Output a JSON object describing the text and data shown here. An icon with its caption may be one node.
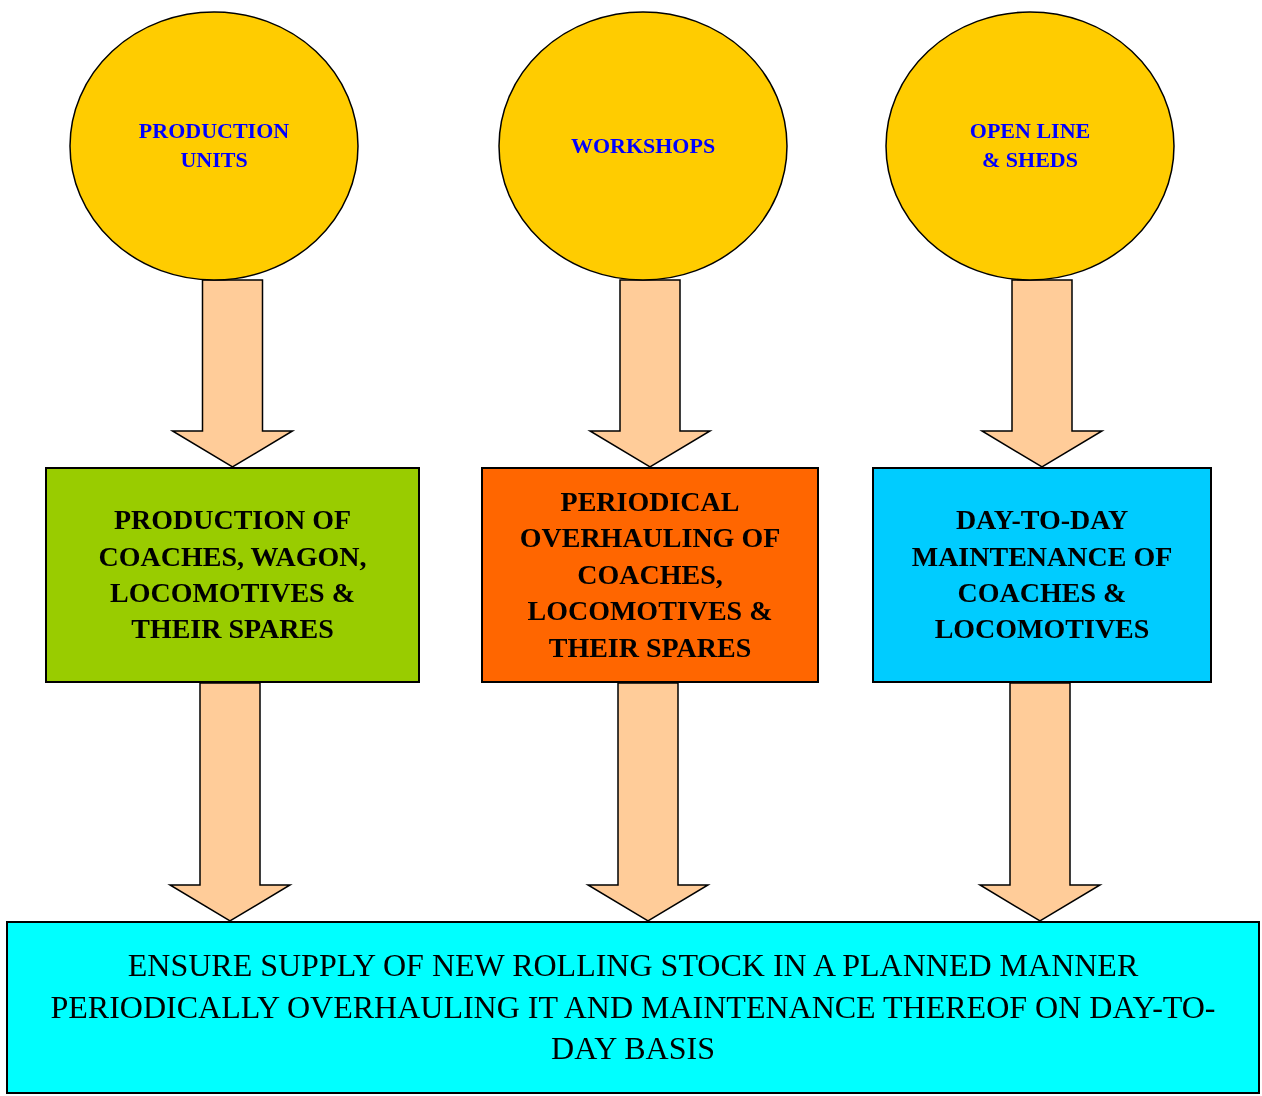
{
  "diagram": {
    "nodes": [
      {
        "text": [
          "PRODUCTION UNITS"
        ]
      },
      {
        "text": [
          "WORKSHOPS"
        ]
      },
      {
        "text": [
          "OPEN LINE & SHEDS"
        ]
      },
      {
        "text": [
          "PRODUCTION OF COACHES, WAGON, LOCOMOTIVES & THEIR SPARES"
        ]
      },
      {
        "text": [
          "PERIODICAL OVERHAULING OF COACHES, LOCOMOTIVES & THEIR SPARES"
        ]
      },
      {
        "text": [
          "DAY-TO-DAY MAINTENANCE OF COACHES & LOCOMOTIVES"
        ]
      },
      {
        "text": [
          "ENSURE SUPPLY OF NEW ROLLING STOCK IN A PLANNED MANNER PERIODICALLY OVERHAULING IT AND MAINTENANCE THEREOF ON DAY-TO-DAY BASIS"
        ]
      }
    ],
    "edges": [
      {
        "from": 0,
        "to": 3,
        "arrow": "to"
      },
      {
        "from": 1,
        "to": 4,
        "arrow": "to"
      },
      {
        "from": 2,
        "to": 5,
        "arrow": "to"
      },
      {
        "from": 3,
        "to": 6,
        "arrow": "to"
      },
      {
        "from": 4,
        "to": 6,
        "arrow": "to"
      },
      {
        "from": 5,
        "to": 6,
        "arrow": "to"
      }
    ]
  }
}
